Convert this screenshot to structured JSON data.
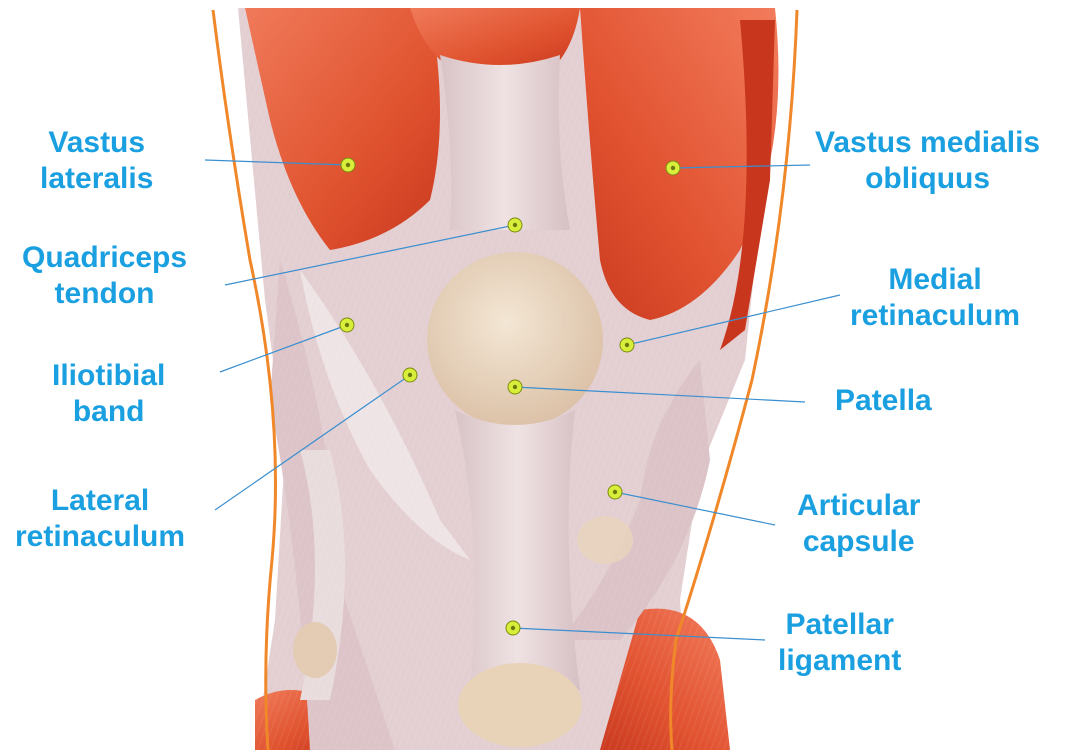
{
  "labels": {
    "vastus_lateralis": [
      "Vastus",
      "lateralis"
    ],
    "quadriceps_tendon": [
      "Quadriceps",
      "tendon"
    ],
    "iliotibial_band": [
      "Iliotibial",
      "band"
    ],
    "lateral_retinaculum": [
      "Lateral",
      "retinaculum"
    ],
    "vastus_medialis_obliquus": [
      "Vastus medialis",
      "obliquus"
    ],
    "medial_retinaculum": [
      "Medial",
      "retinaculum"
    ],
    "patella": [
      "Patella"
    ],
    "articular_capsule": [
      "Articular",
      "capsule"
    ],
    "patellar_ligament": [
      "Patellar",
      "ligament"
    ]
  },
  "colors": {
    "label_text": "#1aa0e0",
    "leader_line": "#3a8fd0",
    "marker": "#d8ee3a",
    "skin_outline": "#f0882a",
    "muscle": "#e2573a",
    "tendon": "#e6d6d6",
    "patella": "#ead5c0"
  }
}
